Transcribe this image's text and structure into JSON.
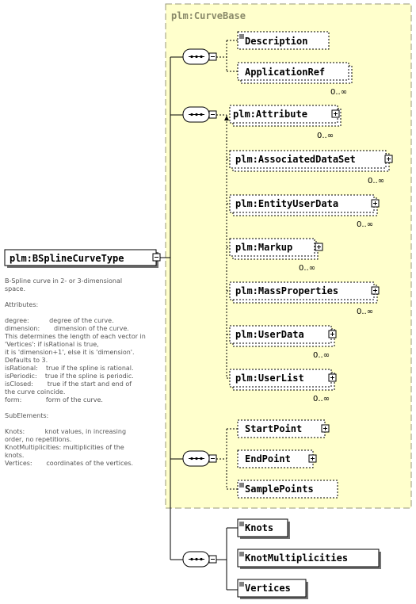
{
  "group": {
    "title": "plm:CurveBase"
  },
  "root": {
    "label": "plm:BSplineCurveType"
  },
  "elements": {
    "description": {
      "label": "Description"
    },
    "application_ref": {
      "label": "ApplicationRef",
      "occurrence": "0..∞"
    },
    "attribute": {
      "label": "plm:Attribute",
      "occurrence": "0..∞"
    },
    "associated_data_set": {
      "label": "plm:AssociatedDataSet",
      "occurrence": "0..∞"
    },
    "entity_user_data": {
      "label": "plm:EntityUserData",
      "occurrence": "0..∞"
    },
    "markup": {
      "label": "plm:Markup",
      "occurrence": "0..∞"
    },
    "mass_properties": {
      "label": "plm:MassProperties",
      "occurrence": "0..∞"
    },
    "user_data": {
      "label": "plm:UserData",
      "occurrence": "0..∞"
    },
    "user_list": {
      "label": "plm:UserList",
      "occurrence": "0..∞"
    },
    "start_point": {
      "label": "StartPoint"
    },
    "end_point": {
      "label": "EndPoint"
    },
    "sample_points": {
      "label": "SamplePoints"
    },
    "knots": {
      "label": "Knots"
    },
    "knot_multiplicities": {
      "label": "KnotMultiplicities"
    },
    "vertices": {
      "label": "Vertices"
    }
  },
  "documentation": {
    "lines": [
      "B-Spline curve in 2- or 3-dimensional",
      "space.",
      "",
      "Attributes:",
      "",
      "degree:          degree of the curve.",
      "dimension:       dimension of the curve.",
      "This determines the length of each vector in",
      "'Vertices': if isRational is true,",
      "it is 'dimension+1', else it is 'dimension'.",
      "Defaults to 3.",
      "isRational:    true if the spline is rational.",
      "isPeriodic:    true if the spline is periodic.",
      "isClosed:       true if the start and end of",
      "the curve coincide.",
      "form:            form of the curve.",
      "",
      "SubElements:",
      "",
      "Knots:          knot values, in increasing",
      "order, no repetitions.",
      "KnotMultiplicities: multiplicities of the",
      "knots.",
      "Vertices:       coordinates of the vertices."
    ]
  }
}
